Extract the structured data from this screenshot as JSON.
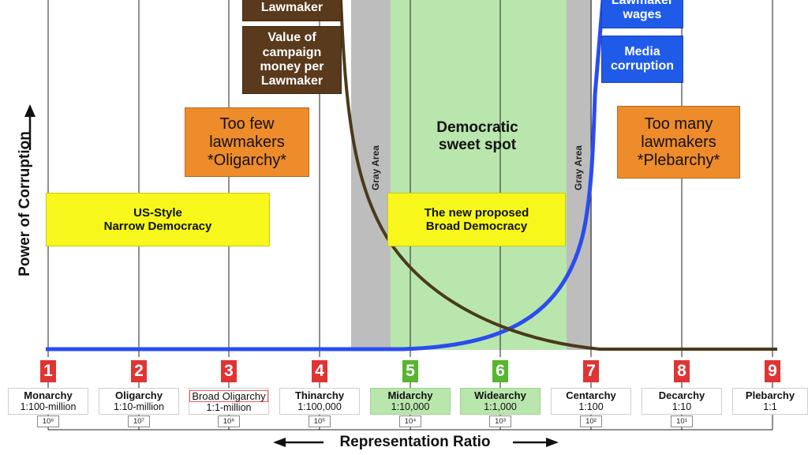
{
  "axes": {
    "y_label": "Power of Corruption",
    "x_label": "Representation Ratio"
  },
  "zones": {
    "gray_left": "Gray Area",
    "gray_right": "Gray Area",
    "sweet_spot": "Democratic\nsweet spot"
  },
  "callouts": {
    "lawmaker_top": "Lawmaker",
    "campaign_money": "Value of\ncampaign\nmoney per\nLawmaker",
    "lawmaker_wages": "Lawmaker\nwages",
    "media_corruption": "Media\ncorruption",
    "too_few": "Too few\nlawmakers\n*Oligarchy*",
    "too_many": "Too many\nlawmakers\n*Plebarchy*",
    "us_style": "US-Style\nNarrow Democracy",
    "proposed": "The new proposed\nBroad Democracy"
  },
  "levels": [
    {
      "num": "1",
      "name": "Monarchy",
      "ratio": "1:100-million",
      "exp": "10⁸",
      "color": "red",
      "highlight": false
    },
    {
      "num": "2",
      "name": "Oligarchy",
      "ratio": "1:10-million",
      "exp": "10⁷",
      "color": "red",
      "highlight": false
    },
    {
      "num": "3",
      "name": "Broad Oligarchy",
      "ratio": "1:1-million",
      "exp": "10⁶",
      "color": "red",
      "highlight": false
    },
    {
      "num": "4",
      "name": "Thinarchy",
      "ratio": "1:100,000",
      "exp": "10⁵",
      "color": "red",
      "highlight": false
    },
    {
      "num": "5",
      "name": "Midarchy",
      "ratio": "1:10,000",
      "exp": "10⁴",
      "color": "green",
      "highlight": true
    },
    {
      "num": "6",
      "name": "Widearchy",
      "ratio": "1:1,000",
      "exp": "10³",
      "color": "green",
      "highlight": true
    },
    {
      "num": "7",
      "name": "Centarchy",
      "ratio": "1:100",
      "exp": "10²",
      "color": "red",
      "highlight": false
    },
    {
      "num": "8",
      "name": "Decarchy",
      "ratio": "1:10",
      "exp": "10¹",
      "color": "red",
      "highlight": false
    },
    {
      "num": "9",
      "name": "Plebarchy",
      "ratio": "1:1",
      "exp": "",
      "color": "red",
      "highlight": false
    }
  ],
  "colors": {
    "brown_curve": "#4a3a1c",
    "blue_curve": "#2b4cf0",
    "sweet_spot": "#b9e6ad",
    "gray_area": "#bdbdbd"
  }
}
